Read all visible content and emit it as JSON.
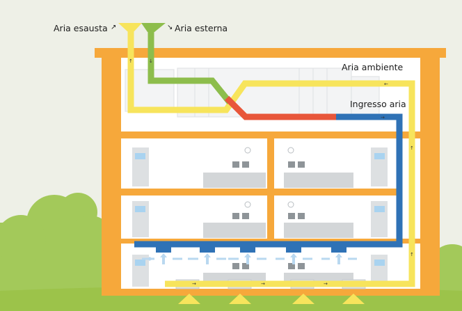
{
  "labels": {
    "exhaust_air": "Aria esausta",
    "outdoor_air": "Aria esterna",
    "room_air": "Aria ambiente",
    "supply_air": "Ingresso aria"
  },
  "colors": {
    "background": "#eef0e7",
    "building_frame": "#f6a83b",
    "wall": "#ffffff",
    "ground": "#9cc34a",
    "bush": "#a3c95a",
    "exhaust_duct": "#f7e45c",
    "outdoor_duct": "#8dbd4c",
    "heated_duct": "#e8563a",
    "supply_duct": "#2f72b6",
    "diffuser_air": "#b9d8f0",
    "furniture": "#d3d6d8"
  },
  "icons": [
    "exhaust-arrow-icon",
    "intake-arrow-icon",
    "door-icon",
    "desk-icon",
    "computer-icon",
    "lamp-icon",
    "radiator-icon",
    "supply-vent-icon",
    "air-flow-icon"
  ]
}
